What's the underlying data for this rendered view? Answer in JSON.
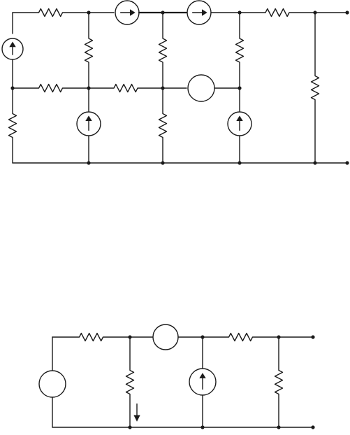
{
  "colors": {
    "background": "#ffffff",
    "ink": "#1a1a1a"
  },
  "diagrams": [
    {
      "id": "upper-circuit",
      "component_counts": {
        "resistors": 10,
        "current_sources": 5,
        "unmarked_sources": 1
      }
    },
    {
      "id": "lower-circuit",
      "component_counts": {
        "resistors": 4,
        "current_sources": 1,
        "unmarked_sources": 2
      },
      "annotations": [
        "down-arrow-icon"
      ]
    }
  ]
}
